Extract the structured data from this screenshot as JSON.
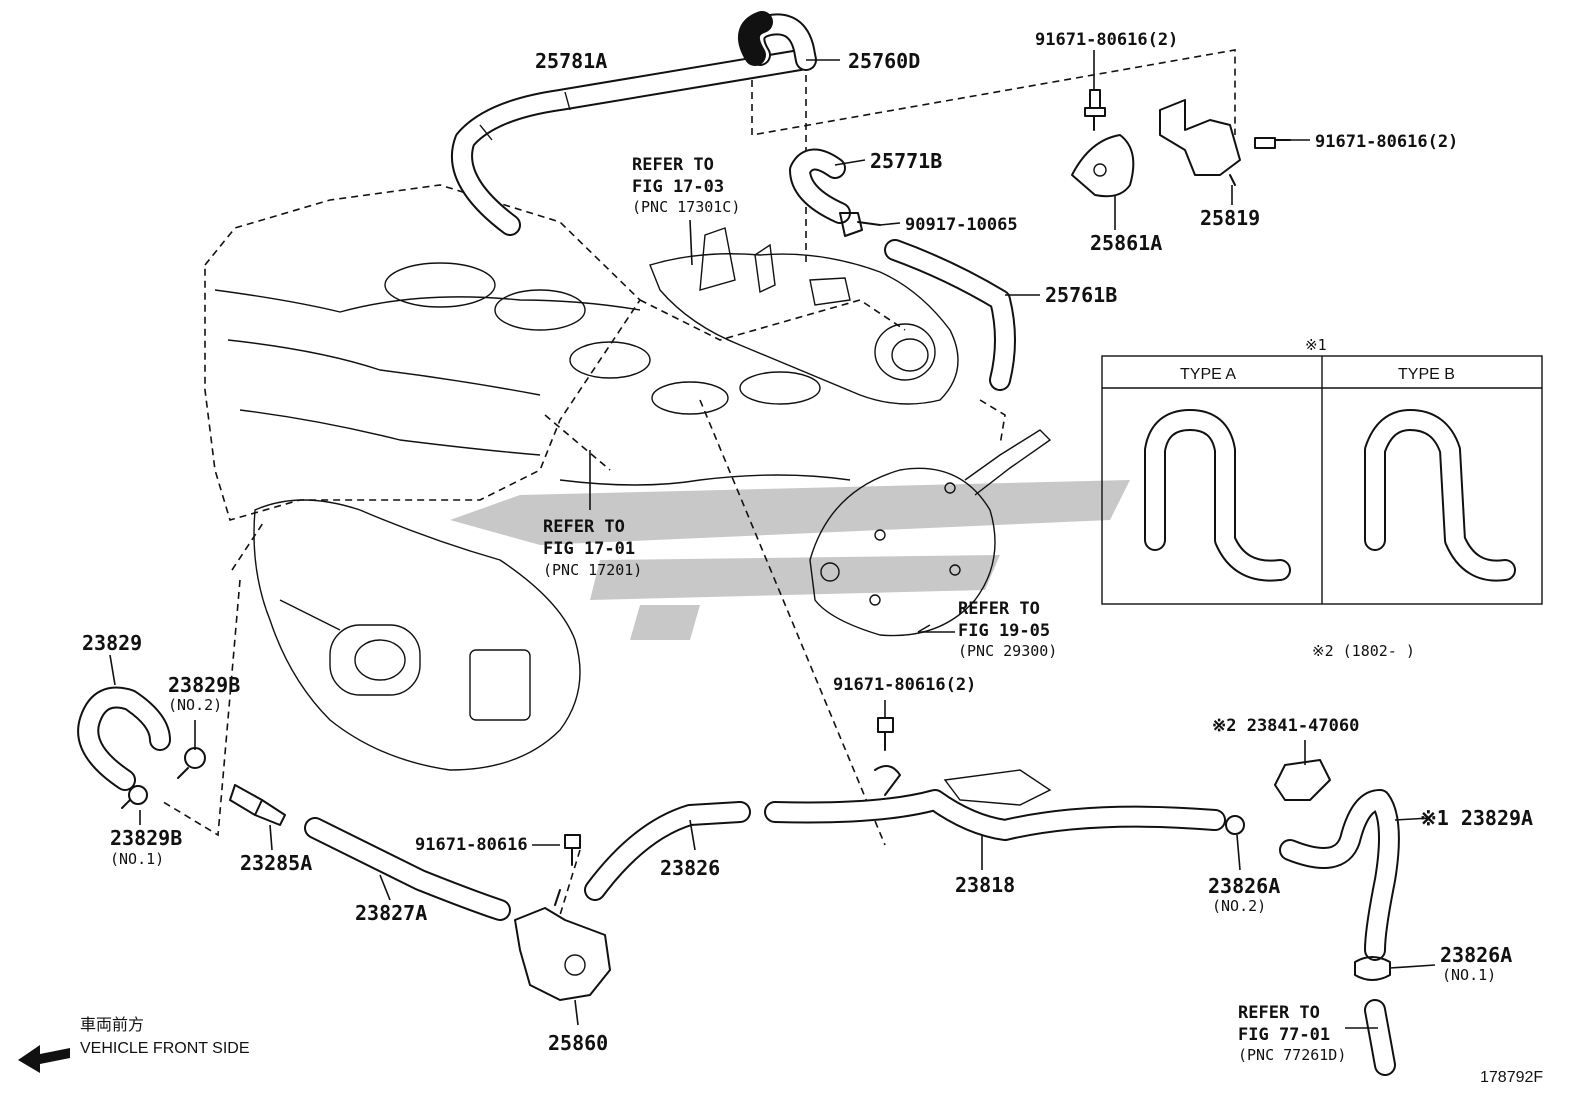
{
  "diagram_id": "178792F",
  "front_side": {
    "jp": "車両前方",
    "en": "VEHICLE FRONT SIDE"
  },
  "legend": {
    "title": "※1",
    "type_a": "TYPE A",
    "type_b": "TYPE B",
    "note2": "※2 (1802-     )"
  },
  "labels": {
    "p25781A": "25781A",
    "p25760D": "25760D",
    "p91671_top": "91671-80616(2)",
    "p91671_right": "91671-80616(2)",
    "p25771B": "25771B",
    "p90917": "90917-10065",
    "p25861A": "25861A",
    "p25819": "25819",
    "p25761B": "25761B",
    "p23829": "23829",
    "p23829B2": "23829B",
    "p23829B2_sub": "(NO.2)",
    "p23829B1": "23829B",
    "p23829B1_sub": "(NO.1)",
    "p23285A": "23285A",
    "p23827A": "23827A",
    "p91671_mid": "91671-80616",
    "p25860": "25860",
    "p23826": "23826",
    "p91671_low": "91671-80616(2)",
    "p23818": "23818",
    "p23841": "※2 23841-47060",
    "p23829A": "※1 23829A",
    "p23826A2": "23826A",
    "p23826A2_sub": "(NO.2)",
    "p23826A1": "23826A",
    "p23826A1_sub": "(NO.1)"
  },
  "refs": {
    "r1703": {
      "l1": "REFER TO",
      "l2": "FIG 17-03",
      "l3": "(PNC 17301C)"
    },
    "r1701": {
      "l1": "REFER TO",
      "l2": "FIG 17-01",
      "l3": "(PNC 17201)"
    },
    "r1905": {
      "l1": "REFER TO",
      "l2": "FIG 19-05",
      "l3": "(PNC 29300)"
    },
    "r7701": {
      "l1": "REFER TO",
      "l2": "FIG 77-01",
      "l3": "(PNC 77261D)"
    }
  }
}
